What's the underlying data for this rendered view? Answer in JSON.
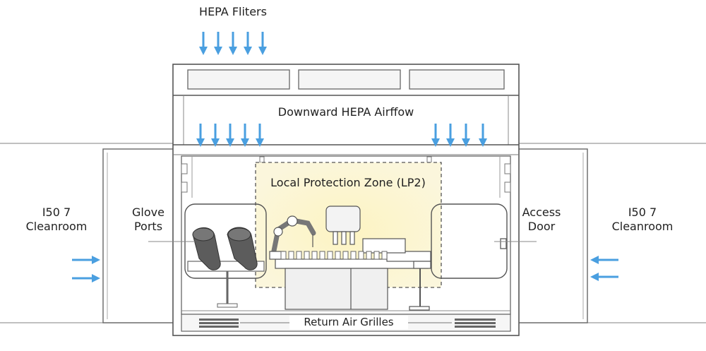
{
  "labels": {
    "hepa_filters": "HEPA Fliters",
    "downward_airflow": "Downward HEPA Airffow",
    "local_zone": "Local Protection Zone (LP2)",
    "cleanroom_left_line1": "I50 7",
    "cleanroom_left_line2": "Cleanroom",
    "cleanroom_right_line1": "I50 7",
    "cleanroom_right_line2": "Cleanroom",
    "glove_ports_line1": "Glove",
    "glove_ports_line2": "Ports",
    "access_door_line1": "Access",
    "access_door_line2": "Door",
    "return_air": "Return Air Grilles"
  },
  "colors": {
    "airflow_arrow": "#4a9fe0",
    "zone_fill": "#fbf6d6",
    "outline": "#555555",
    "panel": "#f4f4f4"
  }
}
